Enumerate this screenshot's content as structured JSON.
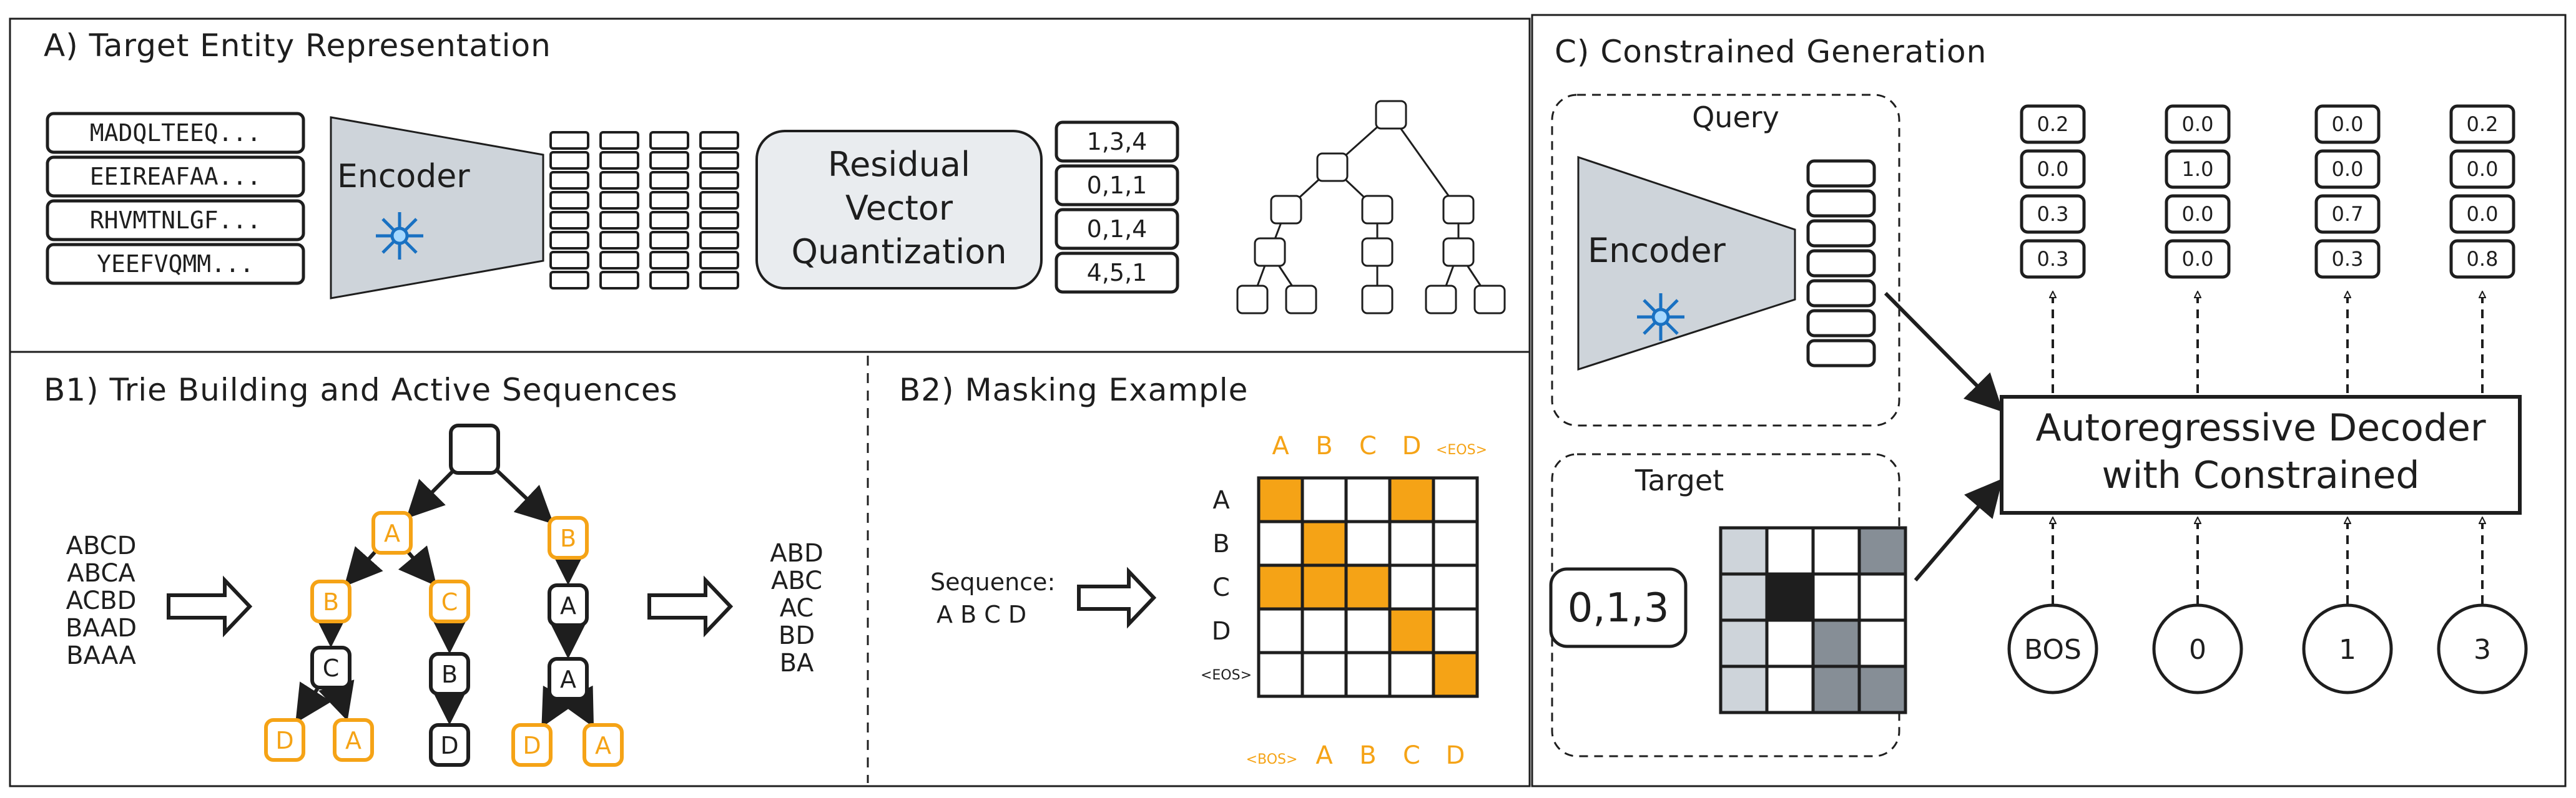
{
  "colors": {
    "stroke": "#1e1e1e",
    "orange": "#f5a316",
    "gray_fill": "#ced4da",
    "gray_light": "#ced4da",
    "gray_mid": "#868e96",
    "black": "#1e1e1e",
    "snow": "#1971c2"
  },
  "panel_a": {
    "title": "A) Target Entity Representation",
    "sequences": [
      "MADQLTEEQ...",
      "EEIREAFAA...",
      "RHVMTNLGF...",
      "YEEFVQMM..."
    ],
    "encoder_label": "Encoder",
    "rvq_label": [
      "Residual",
      "Vector",
      "Quantization"
    ],
    "codes": [
      "1,3,4",
      "0,1,1",
      "0,1,4",
      "4,5,1"
    ]
  },
  "panel_b1": {
    "title": "B1) Trie Building and Active Sequences",
    "input_sequences": [
      "ABCD",
      "ABCA",
      "ACBD",
      "BAAD",
      "BAAA"
    ],
    "output_sequences": [
      "ABD",
      "ABC",
      "AC",
      "BD",
      "BA"
    ],
    "trie_nodes": [
      "",
      "A",
      "B",
      "B",
      "C",
      "A",
      "C",
      "B",
      "A",
      "D",
      "A",
      "D",
      "D",
      "A"
    ]
  },
  "panel_b2": {
    "title": "B2) Masking Example",
    "sequence_label": "Sequence:",
    "sequence_value": "A B C D",
    "col_labels": [
      "A",
      "B",
      "C",
      "D",
      "<EOS>"
    ],
    "row_labels": [
      "A",
      "B",
      "C",
      "D",
      "<EOS>"
    ],
    "bottom_labels": [
      "<BOS>",
      "A",
      "B",
      "C",
      "D"
    ],
    "mask": [
      [
        1,
        0,
        0,
        1,
        0
      ],
      [
        0,
        1,
        0,
        0,
        0
      ],
      [
        1,
        1,
        1,
        0,
        0
      ],
      [
        0,
        0,
        0,
        1,
        0
      ],
      [
        0,
        0,
        0,
        0,
        1
      ]
    ]
  },
  "panel_c": {
    "title": "C) Constrained Generation",
    "query_label": "Query",
    "encoder_label": "Encoder",
    "target_label": "Target",
    "target_code": "0,1,3",
    "target_grid": [
      [
        1,
        0,
        0,
        2
      ],
      [
        1,
        3,
        0,
        0
      ],
      [
        1,
        0,
        2,
        0
      ],
      [
        1,
        0,
        2,
        2
      ]
    ],
    "decoder_label": [
      "Autoregressive Decoder",
      "with Constrained"
    ],
    "probs": [
      [
        "0.2",
        "0.0",
        "0.3",
        "0.3"
      ],
      [
        "0.0",
        "1.0",
        "0.0",
        "0.0"
      ],
      [
        "0.0",
        "0.0",
        "0.7",
        "0.3"
      ],
      [
        "0.2",
        "0.0",
        "0.0",
        "0.8"
      ]
    ],
    "tokens": [
      "BOS",
      "0",
      "1",
      "3"
    ]
  }
}
